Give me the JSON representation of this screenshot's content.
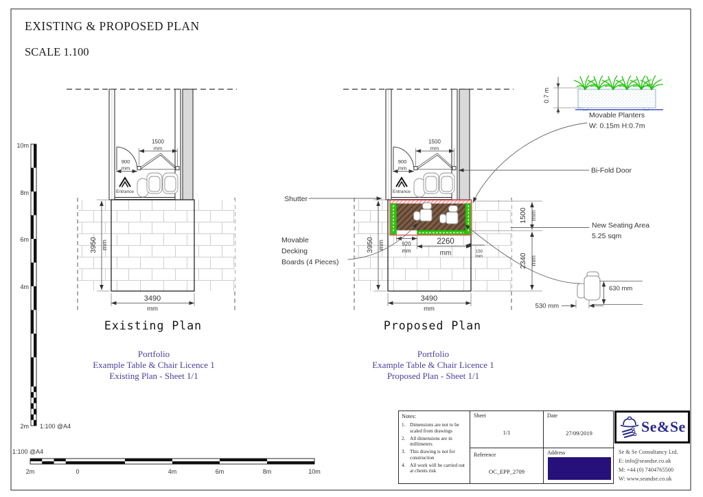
{
  "header": {
    "title": "EXISTING & PROPOSED PLAN",
    "scale": "SCALE 1.100"
  },
  "dims": {
    "w1500": "1500",
    "w900": "900",
    "mm": "mm",
    "h3950": "3950",
    "w3490": "3490",
    "w920": "920",
    "w2260": "2260",
    "w150": "150",
    "h1500": "1500",
    "h2340": "2340",
    "chair_width": "530 mm",
    "chair_depth": "630 mm",
    "planter_height": "0.7  m"
  },
  "labels": {
    "entrance": "Entrance",
    "shutter": "Shutter",
    "decking1": "Movable",
    "decking2": "Decking",
    "decking3": "Boards (4 Pieces)",
    "planters1": "Movable Planters",
    "planters2": "W: 0.15m H:0.7m",
    "bifold": "Bi-Fold Door",
    "seating1": "New Seating Area",
    "seating2": "5.25 sqm"
  },
  "captions": {
    "existing": "Existing Plan",
    "proposed": "Proposed Plan",
    "portfolio": "Portfolio",
    "licence": "Example Table & Chair Licence 1",
    "existing_sheet": "Existing Plan - Sheet 1/1",
    "proposed_sheet": "Proposed Plan - Sheet 1/1"
  },
  "scalebar": {
    "v_labels": [
      "10m",
      "8m",
      "6m",
      "4m",
      "2m"
    ],
    "h_labels": [
      "2m",
      "0",
      "4m",
      "6m",
      "8m",
      "10m"
    ],
    "ratio": "1:100  @A4"
  },
  "titleblock": {
    "notes_label": "Notes:",
    "notes": [
      {
        "n": "1.",
        "t": "Dimensions are not to be scaled from drawings"
      },
      {
        "n": "2.",
        "t": "All dimensions are in millimeters"
      },
      {
        "n": "3.",
        "t": "This drawing is not for construction"
      },
      {
        "n": "4.",
        "t": "All work will be carried out at clients risk"
      }
    ],
    "sheet_label": "Sheet",
    "sheet_value": "1/1",
    "date_label": "Date",
    "date_value": "27/09/2019",
    "reference_label": "Reference",
    "reference_value": "OC_EPP_2709",
    "address_label": "Address",
    "logo_text": "Se&Se",
    "company_lines": [
      "Se & Se Consultancy Ltd.",
      "E: info@seandse.co.uk",
      "M: +44 (0) 7404765500",
      "W: www.seandse.co.uk"
    ]
  },
  "colors": {
    "planter_green": "#2fc30e",
    "seating_red": "#e06464",
    "decking_brown": "#7d5d46",
    "address_navy": "#26117b",
    "brand_navy": "#2b2b8c",
    "portfolio_indigo": "#4b3e9b"
  }
}
